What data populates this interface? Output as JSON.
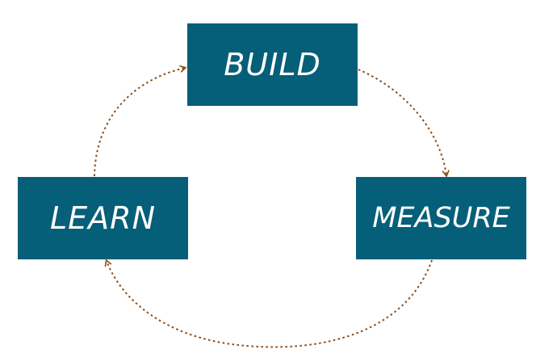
{
  "colors": {
    "box_fill": "#065F78",
    "box_text": "#FFFFFF",
    "arrow": "#8A4B12",
    "background": "#FFFFFF"
  },
  "diagram": {
    "type": "cycle",
    "nodes": [
      {
        "id": "build",
        "label": "BUILD"
      },
      {
        "id": "measure",
        "label": "MEASURE"
      },
      {
        "id": "learn",
        "label": "LEARN"
      }
    ],
    "edges": [
      {
        "from": "build",
        "to": "measure",
        "style": "dotted-arrow"
      },
      {
        "from": "measure",
        "to": "learn",
        "style": "dotted-arrow"
      },
      {
        "from": "learn",
        "to": "build",
        "style": "dotted-arrow"
      }
    ]
  }
}
